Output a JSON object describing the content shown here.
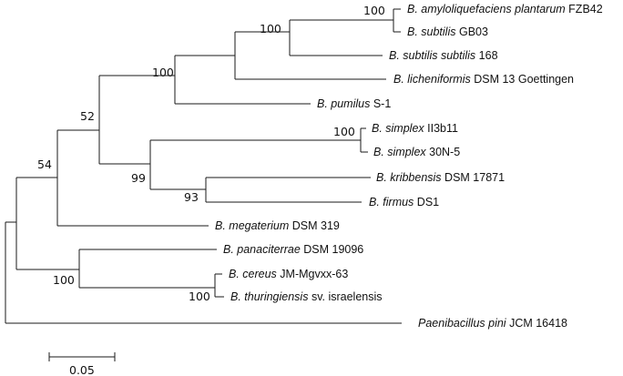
{
  "taxa": [
    {
      "id": "t1",
      "italic": "B. amyloliquefaciens plantarum",
      "rest": " FZB42"
    },
    {
      "id": "t2",
      "italic": "B. subtilis",
      "rest": " GB03"
    },
    {
      "id": "t3",
      "italic": "B. subtilis subtilis",
      "rest": " 168"
    },
    {
      "id": "t4",
      "italic": "B. licheniformis",
      "rest": " DSM 13 Goettingen"
    },
    {
      "id": "t5",
      "italic": "B. pumilus",
      "rest": " S-1"
    },
    {
      "id": "t6",
      "italic": "B. simplex",
      "rest": " II3b11"
    },
    {
      "id": "t7",
      "italic": "B. simplex",
      "rest": " 30N-5"
    },
    {
      "id": "t8",
      "italic": "B. kribbensis",
      "rest": " DSM 17871"
    },
    {
      "id": "t9",
      "italic": "B. firmus",
      "rest": " DS1"
    },
    {
      "id": "t10",
      "italic": "B. megaterium",
      "rest": " DSM 319"
    },
    {
      "id": "t11",
      "italic": "B. panaciterrae",
      "rest": " DSM 19096"
    },
    {
      "id": "t12",
      "italic": "B. cereus",
      "rest": " JM-Mgvxx-63"
    },
    {
      "id": "t13",
      "italic": "B. thuringiensis",
      "rest": " sv. israelensis"
    },
    {
      "id": "t14",
      "italic": "Paenibacillus  pini",
      "rest": " JCM 16418"
    }
  ],
  "support_values": [
    {
      "id": "s1",
      "value": "100"
    },
    {
      "id": "s2",
      "value": "100"
    },
    {
      "id": "s3",
      "value": "100"
    },
    {
      "id": "s4",
      "value": "52"
    },
    {
      "id": "s5",
      "value": "100"
    },
    {
      "id": "s6",
      "value": "99"
    },
    {
      "id": "s7",
      "value": "93"
    },
    {
      "id": "s8",
      "value": "54"
    },
    {
      "id": "s9",
      "value": "100"
    },
    {
      "id": "s10",
      "value": "100"
    }
  ],
  "scale_bar": {
    "label": "0.05"
  }
}
